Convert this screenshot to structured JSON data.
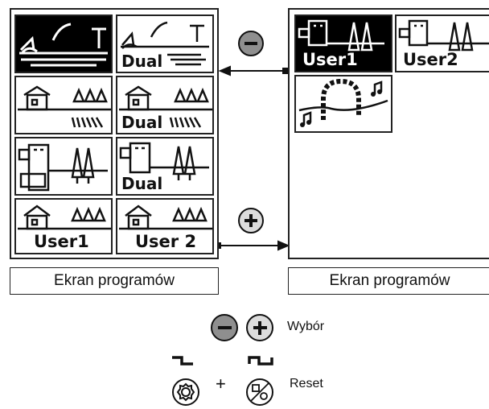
{
  "left_screen": {
    "caption": "Ekran programów",
    "tiles": [
      {
        "id": "beach",
        "label": "",
        "selected": true
      },
      {
        "id": "beach-dual",
        "label": "Dual",
        "selected": false
      },
      {
        "id": "house-field",
        "label": "",
        "selected": false
      },
      {
        "id": "house-field-dual",
        "label": "Dual",
        "selected": false
      },
      {
        "id": "tower",
        "label": "",
        "selected": false
      },
      {
        "id": "tower-dual",
        "label": "Dual",
        "selected": false
      },
      {
        "id": "user1",
        "label": "User1",
        "selected": false
      },
      {
        "id": "user2",
        "label": "User 2",
        "selected": false
      }
    ]
  },
  "right_screen": {
    "caption": "Ekran programów",
    "tiles": [
      {
        "id": "user1",
        "label": "User1",
        "selected": true
      },
      {
        "id": "user2",
        "label": "User2",
        "selected": false
      },
      {
        "id": "music-loop",
        "label": "",
        "selected": false
      }
    ]
  },
  "legend": {
    "select_label": "Wybór",
    "reset_label": "Reset",
    "plus_sign": "+"
  },
  "colors": {
    "minus_button": "#8f8f8f",
    "plus_button": "#dcdcdc",
    "line": "#111111"
  }
}
